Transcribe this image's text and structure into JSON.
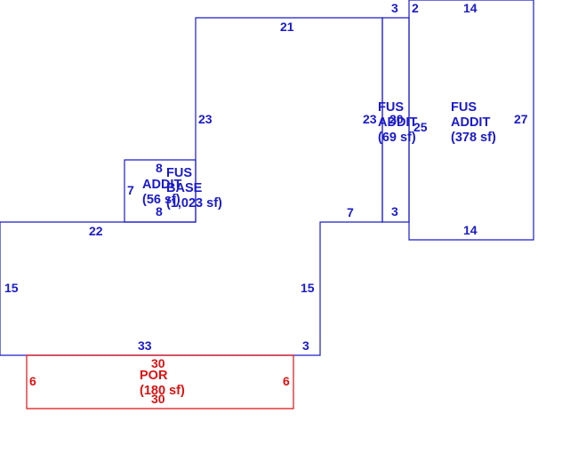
{
  "colors": {
    "main": "#1a1acc",
    "porch": "#dd1111"
  },
  "base": {
    "label_line1": "FUS",
    "label_line2": "BASE",
    "label_line3": "(1,023 sf)",
    "dims": {
      "top": "21",
      "left_upper": "23",
      "right_upper": "23",
      "mid_right": "7",
      "left_lower": "22",
      "left_side": "15",
      "right_side": "15",
      "bottom": "33",
      "bottom_right": "3"
    }
  },
  "addition_small": {
    "label_line1": "ADDIT",
    "label_line2": "(56 sf)",
    "dims": {
      "top": "8",
      "left": "7",
      "bottom": "8"
    }
  },
  "addition_narrow": {
    "label_line1": "FUS",
    "label_line2": "ADDIT",
    "label_line3": "(69 sf)",
    "dims": {
      "top": "3",
      "bottom": "3",
      "right": "25",
      "mid": "20"
    }
  },
  "addition_large": {
    "label_line1": "FUS",
    "label_line2": "ADDIT",
    "label_line3": "(378 sf)",
    "dims": {
      "top_left": "2",
      "top": "14",
      "right": "27",
      "bottom": "14"
    }
  },
  "porch": {
    "label_line1": "POR",
    "label_line2": "(180 sf)",
    "dims": {
      "top": "30",
      "bottom": "30",
      "left": "6",
      "right": "6"
    }
  }
}
